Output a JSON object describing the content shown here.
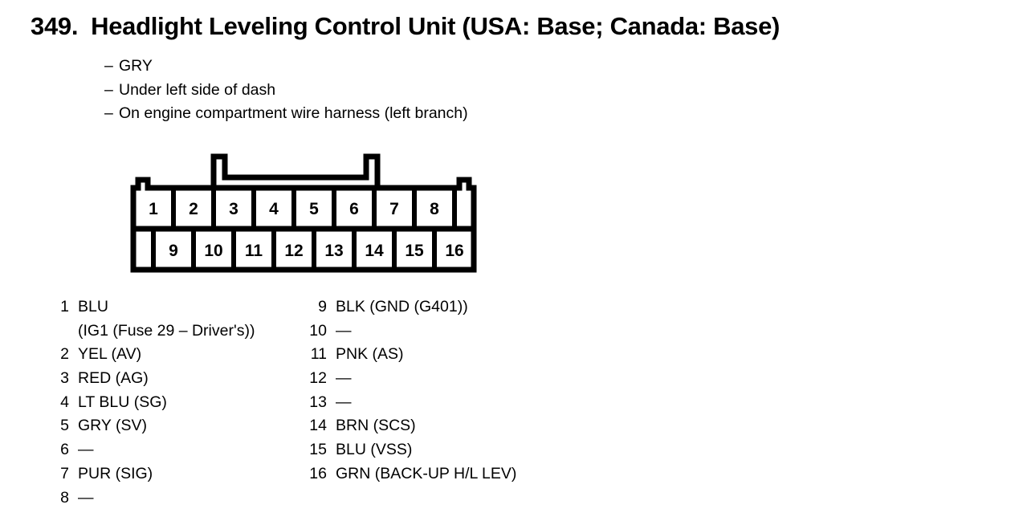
{
  "header": {
    "number": "349.",
    "title": "Headlight Leveling Control Unit (USA: Base; Canada: Base)"
  },
  "notes": {
    "dash": "–",
    "items": [
      "GRY",
      "Under left side of dash",
      "On engine compartment wire harness (left branch)"
    ]
  },
  "connector": {
    "top_row_pins": [
      "1",
      "2",
      "3",
      "4",
      "5",
      "6",
      "7",
      "8"
    ],
    "bottom_row_pins": [
      "9",
      "10",
      "11",
      "12",
      "13",
      "14",
      "15",
      "16"
    ],
    "stroke_color": "#000000",
    "fill_color": "#ffffff"
  },
  "pin_list": {
    "left_column": [
      {
        "no": "1",
        "label": "BLU",
        "cont": "(IG1 (Fuse 29 – Driver's))"
      },
      {
        "no": "2",
        "label": "YEL (AV)"
      },
      {
        "no": "3",
        "label": "RED (AG)"
      },
      {
        "no": "4",
        "label": "LT BLU (SG)"
      },
      {
        "no": "5",
        "label": "GRY (SV)"
      },
      {
        "no": "6",
        "label": "—"
      },
      {
        "no": "7",
        "label": "PUR (SIG)"
      },
      {
        "no": "8",
        "label": "—"
      }
    ],
    "right_column": [
      {
        "no": "9",
        "label": "BLK (GND (G401))"
      },
      {
        "no": "10",
        "label": "—"
      },
      {
        "no": "11",
        "label": "PNK (AS)"
      },
      {
        "no": "12",
        "label": "—"
      },
      {
        "no": "13",
        "label": "—"
      },
      {
        "no": "14",
        "label": "BRN (SCS)"
      },
      {
        "no": "15",
        "label": "BLU (VSS)"
      },
      {
        "no": "16",
        "label": "GRN (BACK-UP H/L LEV)"
      }
    ]
  }
}
